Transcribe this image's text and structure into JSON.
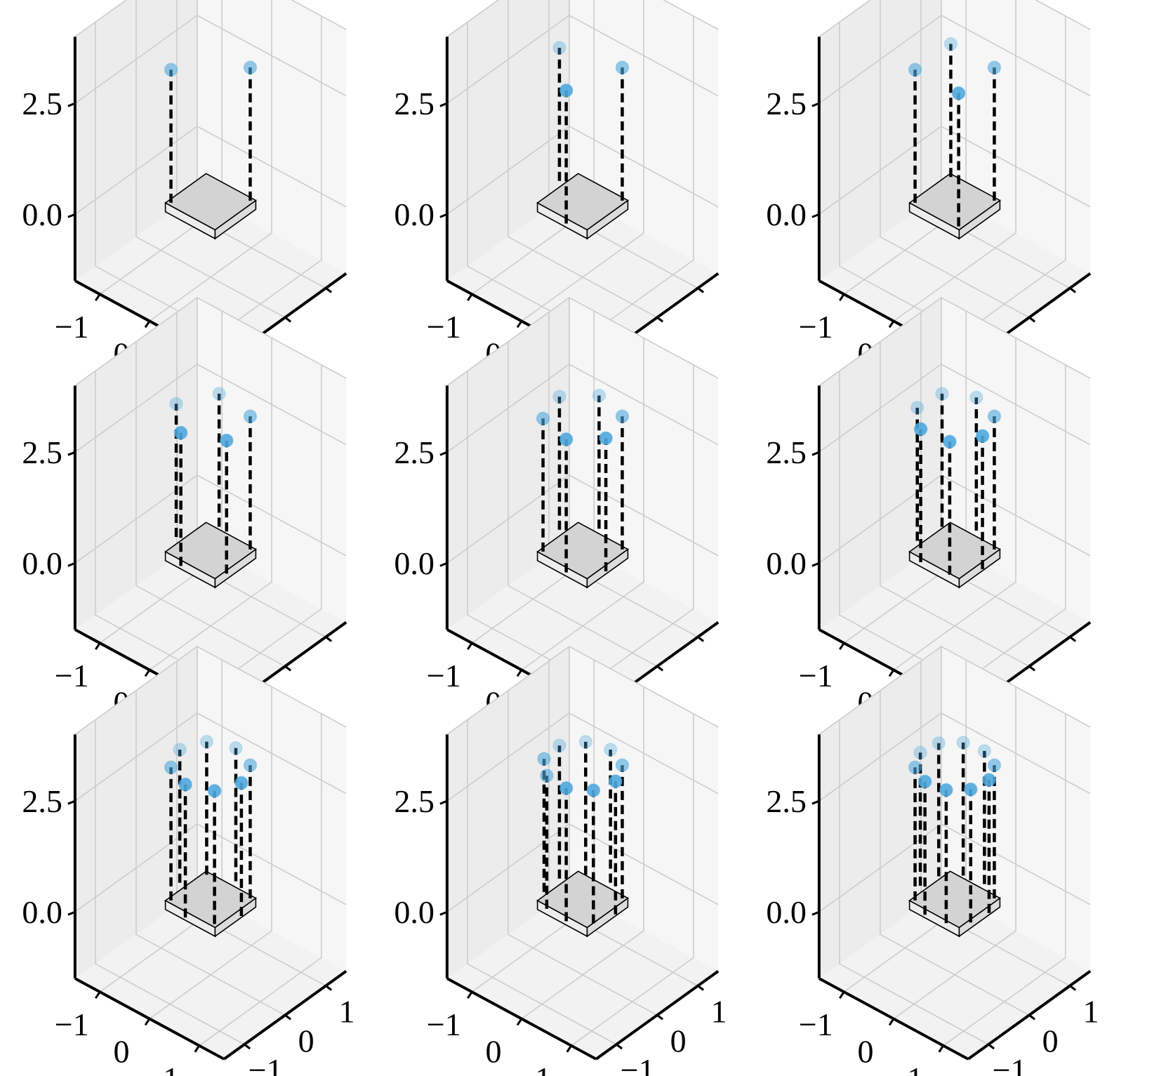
{
  "chart_data": {
    "type": "3d-stem-scatter",
    "panel_layout": "3x3 grid",
    "colors": {
      "marker": "#4ea8de",
      "stem": "#000000",
      "pane": "#f2f2f2",
      "grid": "#cccccc",
      "base_plate": "#d3d3d3"
    },
    "axes": {
      "xlim": [
        -1.5,
        1.5
      ],
      "ylim": [
        -1.5,
        1.5
      ],
      "zlim": [
        -1.5,
        4
      ],
      "x_ticks": [
        "−1",
        "0",
        "1"
      ],
      "y_ticks": [
        "−1",
        "0",
        "1"
      ],
      "z_ticks": [
        "0.0",
        "2.5"
      ],
      "grid": true
    },
    "base_plate": {
      "x": [
        -0.5,
        0.5
      ],
      "y": [
        -0.5,
        0.5
      ],
      "z": [
        0,
        0.2
      ]
    },
    "stem_height": 3,
    "panels": [
      {
        "title_var": "n",
        "title_val": "=2",
        "n": 2
      },
      {
        "title_var": "n",
        "title_val": "=3",
        "n": 3
      },
      {
        "title_var": "n",
        "title_val": "=4",
        "n": 4
      },
      {
        "title_var": "n",
        "title_val": "=5",
        "n": 5
      },
      {
        "title_var": "n",
        "title_val": "=6",
        "n": 6
      },
      {
        "title_var": "n",
        "title_val": "=7",
        "n": 7
      },
      {
        "title_var": "n",
        "title_val": "=8",
        "n": 8
      },
      {
        "title_var": "n",
        "title_val": "=9",
        "n": 9
      },
      {
        "title_var": "n",
        "title_val": "=10",
        "n": 10
      }
    ]
  }
}
